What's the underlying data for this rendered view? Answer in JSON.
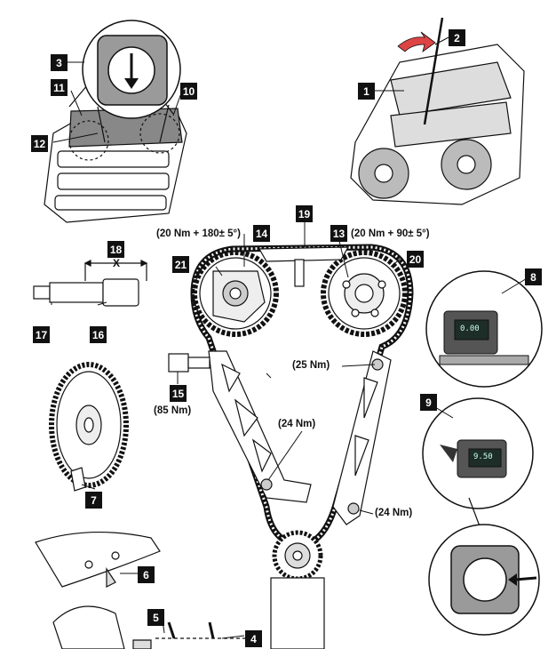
{
  "callouts": {
    "c1": "1",
    "c2": "2",
    "c3": "3",
    "c4": "4",
    "c5": "5",
    "c6": "6",
    "c7": "7",
    "c8": "8",
    "c9": "9",
    "c10": "10",
    "c11": "11",
    "c12": "12",
    "c13": "13",
    "c14": "14",
    "c15": "15",
    "c16": "16",
    "c17": "17",
    "c18": "18",
    "c19": "19",
    "c20": "20",
    "c21": "21"
  },
  "torques": {
    "intake_sprocket": "(20 Nm + 180± 5°)",
    "exhaust_sprocket": "(20 Nm + 90± 5°)",
    "upper_pivot": "(25 Nm)",
    "left_guide": "(24 Nm)",
    "right_guide": "(24 Nm)",
    "tensioner_bolt": "(85 Nm)"
  },
  "dimension_label": "X",
  "gauge_readings": {
    "upper": "0.00",
    "lower": "9.50"
  }
}
